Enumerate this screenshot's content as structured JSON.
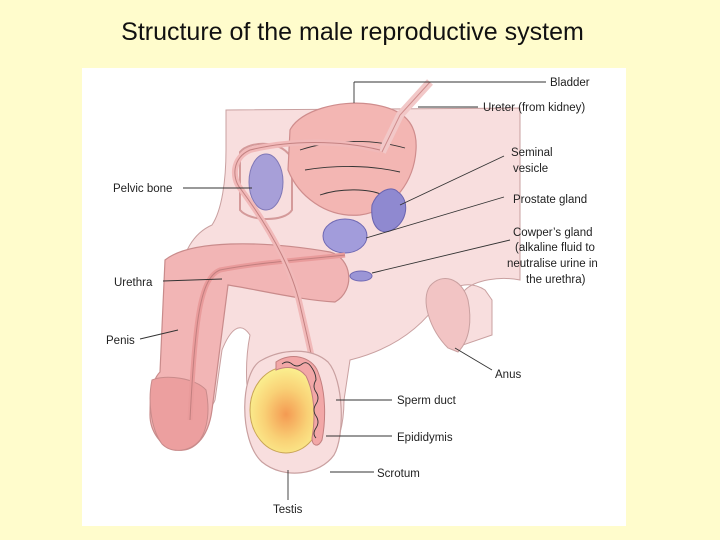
{
  "title": "Structure of the male reproductive system",
  "labels": {
    "bladder": "Bladder",
    "ureter": "Ureter (from kidney)",
    "seminal_vesicle_1": "Seminal",
    "seminal_vesicle_2": "vesicle",
    "prostate": "Prostate gland",
    "cowpers_1": "Cowper’s gland",
    "cowpers_2": "(alkaline fluid to",
    "cowpers_3": "neutralise urine in",
    "cowpers_4": "the urethra)",
    "pelvic_bone": "Pelvic bone",
    "urethra": "Urethra",
    "penis": "Penis",
    "anus": "Anus",
    "sperm_duct": "Sperm duct",
    "epididymis": "Epididymis",
    "scrotum": "Scrotum",
    "testis": "Testis"
  },
  "colors": {
    "background": "#fffccc",
    "panel": "#ffffff",
    "tissue": "#f6d6d6",
    "tissue_dark": "#efc0c0",
    "organ_pink": "#f4b8b8",
    "gland_purple": "#9b95d6",
    "testis_yellow": "#fbe98a",
    "testis_core": "#f6a55a"
  }
}
